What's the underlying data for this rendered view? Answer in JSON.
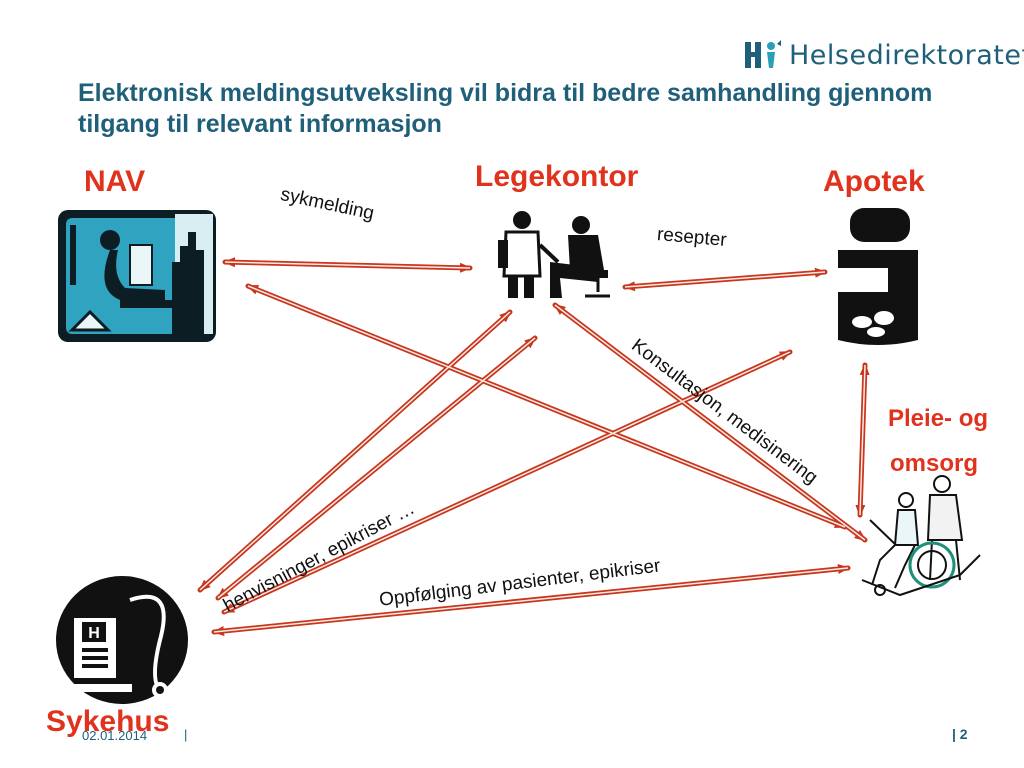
{
  "logo": {
    "text": "Helsedirektoratet",
    "icon": "helsedirektoratet-logo-icon"
  },
  "title": "Elektronisk meldingsutveksling vil bidra til bedre samhandling gjennom tilgang til relevant informasjon",
  "nodes": {
    "nav": "NAV",
    "legekontor": "Legekontor",
    "apotek": "Apotek",
    "pleie_line1": "Pleie- og",
    "pleie_line2": "omsorg",
    "sykehus": "Sykehus"
  },
  "edges": {
    "sykmelding": "sykmelding",
    "resepter": "resepter",
    "konsultasjon": "Konsultasjon, medisinering",
    "henvisninger": "henvisninger, epikriser …",
    "oppfolging": "Oppfølging av pasienter, epikriser"
  },
  "footer": {
    "date": "02.01.2014",
    "separator": "|",
    "page": "| 2"
  },
  "colors": {
    "arrow": "#c8361c",
    "title": "#1f5f7a",
    "label": "#e0321c"
  }
}
